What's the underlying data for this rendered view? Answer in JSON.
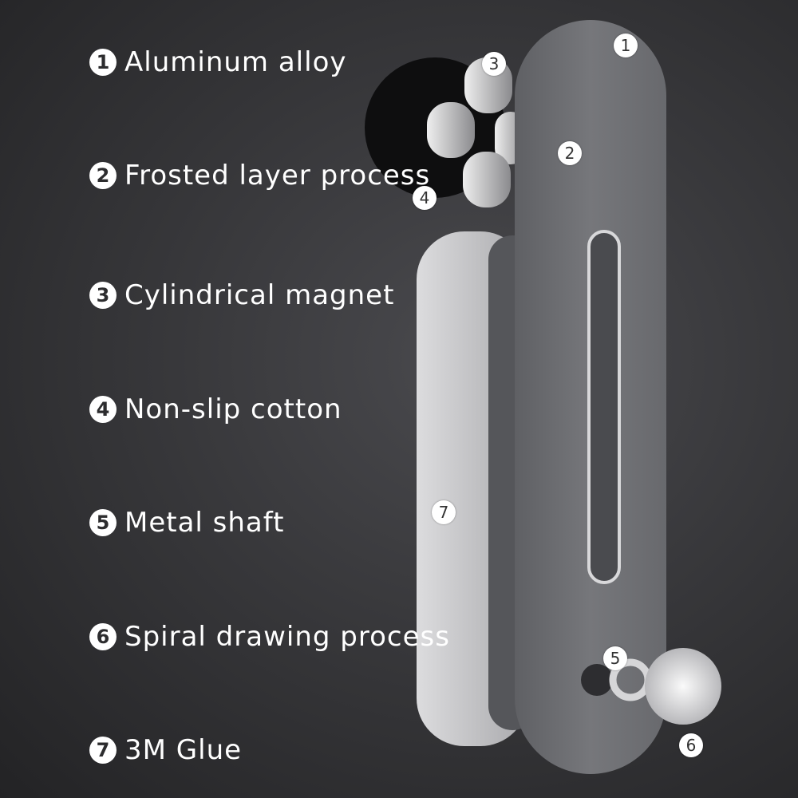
{
  "features": [
    {
      "num": "1",
      "label": "Aluminum alloy"
    },
    {
      "num": "2",
      "label": "Frosted layer process"
    },
    {
      "num": "3",
      "label": "Cylindrical magnet"
    },
    {
      "num": "4",
      "label": "Non-slip cotton"
    },
    {
      "num": "5",
      "label": "Metal shaft"
    },
    {
      "num": "6",
      "label": "Spiral drawing process"
    },
    {
      "num": "7",
      "label": "3M Glue"
    }
  ],
  "callouts": [
    "1",
    "2",
    "3",
    "4",
    "5",
    "6",
    "7"
  ],
  "colors": {
    "bar": "#6d6e72",
    "glue_plate": "#c9c9cb",
    "cotton": "#111111",
    "text": "#ffffff"
  }
}
